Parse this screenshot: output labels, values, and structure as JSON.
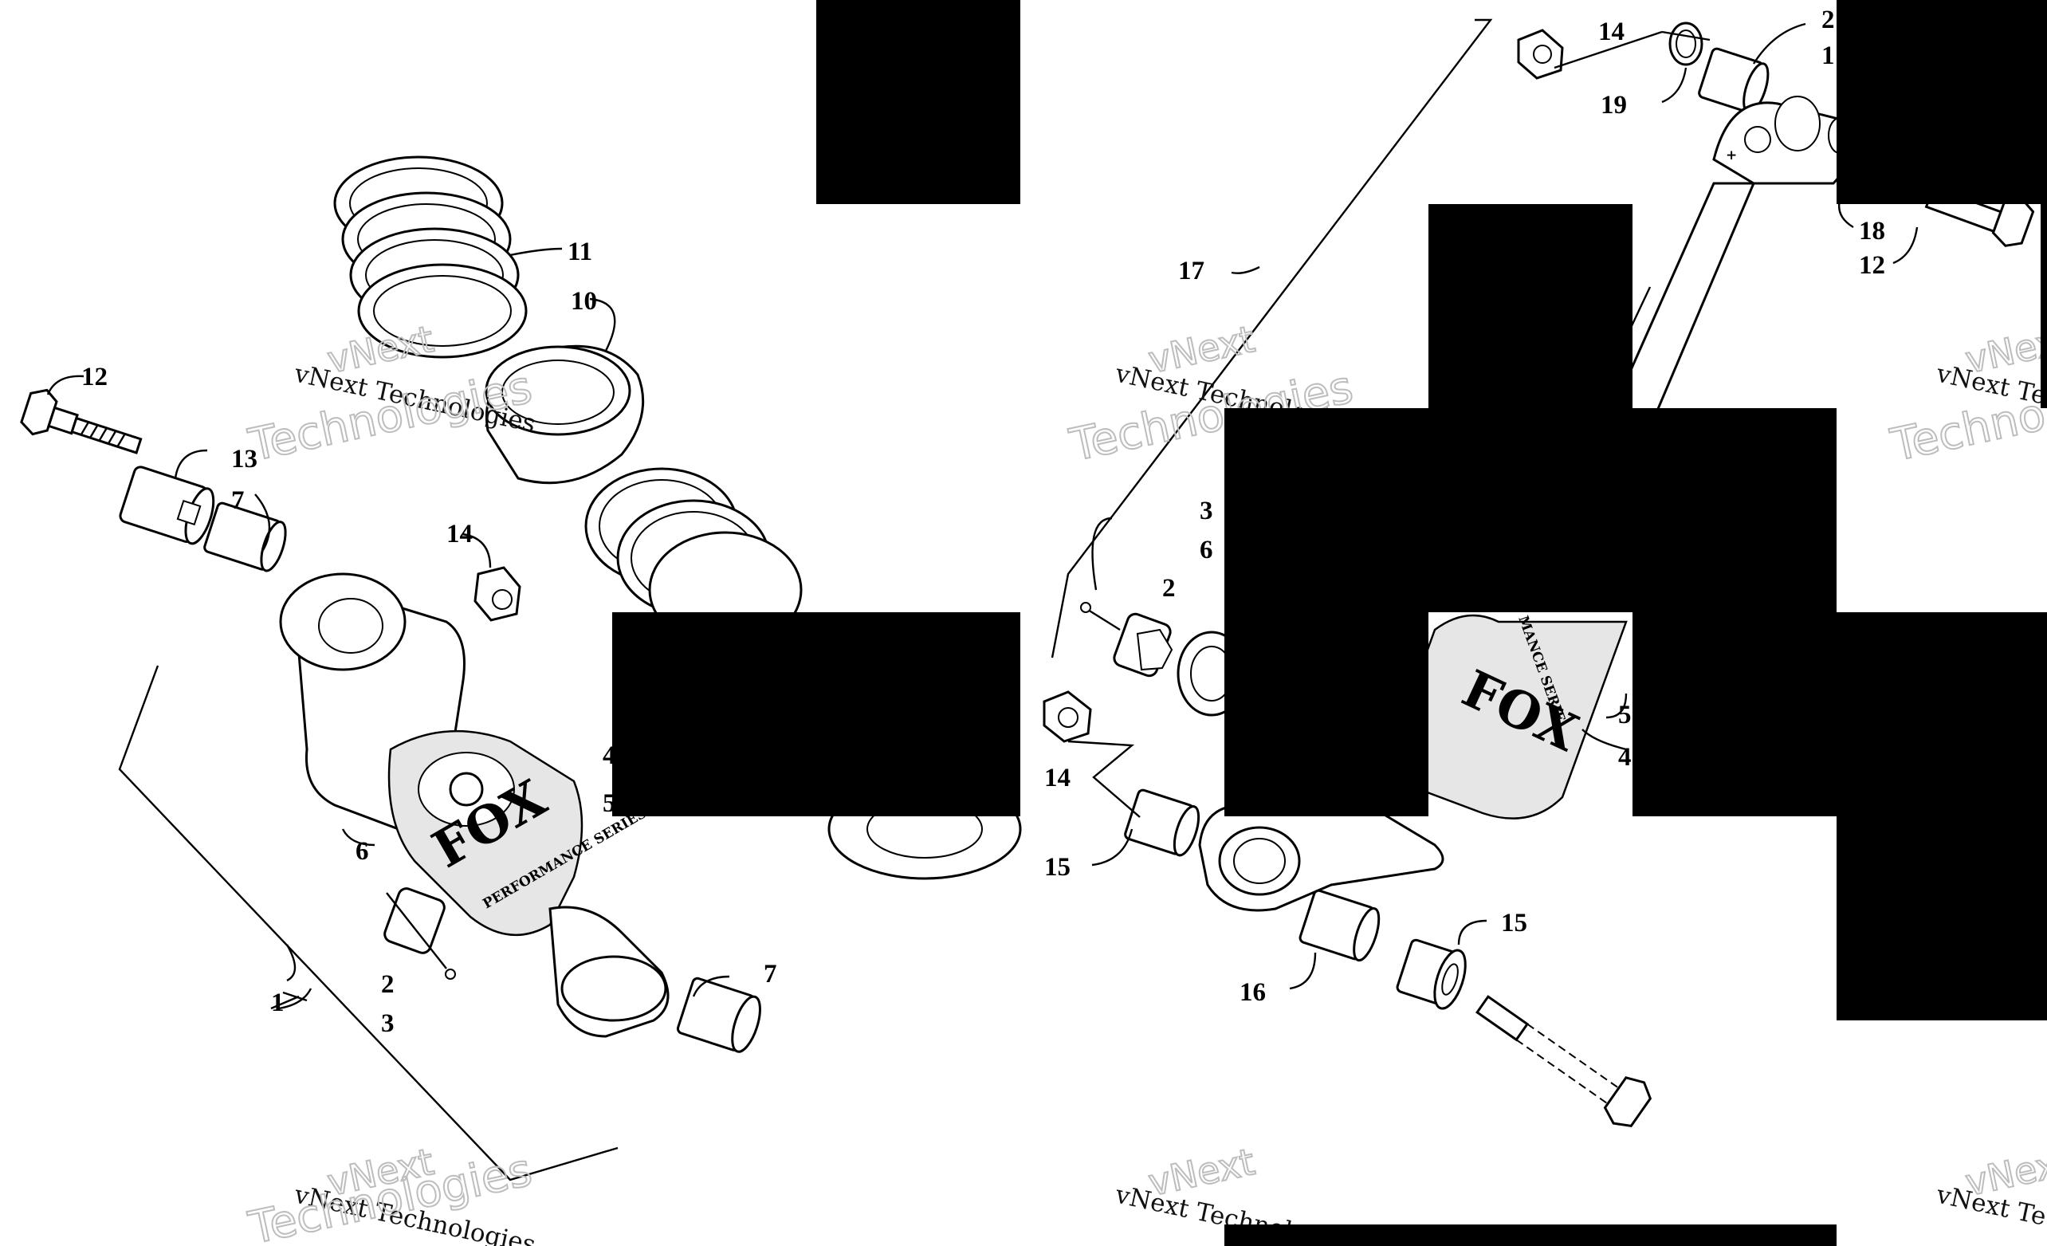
{
  "diagram": {
    "left_callouts": [
      {
        "id": "L1",
        "text": "1"
      },
      {
        "id": "L2",
        "text": "2"
      },
      {
        "id": "L3",
        "text": "3"
      },
      {
        "id": "L4",
        "text": "4"
      },
      {
        "id": "L5",
        "text": "5"
      },
      {
        "id": "L6",
        "text": "6"
      },
      {
        "id": "L7a",
        "text": "7"
      },
      {
        "id": "L7b",
        "text": "7"
      },
      {
        "id": "L10",
        "text": "10"
      },
      {
        "id": "L11",
        "text": "11"
      },
      {
        "id": "L12",
        "text": "12"
      },
      {
        "id": "L13",
        "text": "13"
      },
      {
        "id": "L14",
        "text": "14"
      }
    ],
    "right_callouts": [
      {
        "id": "R2",
        "text": "2"
      },
      {
        "id": "R2b",
        "text": "2"
      },
      {
        "id": "R1",
        "text": "1"
      },
      {
        "id": "R3",
        "text": "3"
      },
      {
        "id": "R4",
        "text": "4"
      },
      {
        "id": "R5",
        "text": "5"
      },
      {
        "id": "R6",
        "text": "6"
      },
      {
        "id": "R12",
        "text": "12"
      },
      {
        "id": "R14a",
        "text": "14"
      },
      {
        "id": "R14b",
        "text": "14"
      },
      {
        "id": "R15a",
        "text": "15"
      },
      {
        "id": "R15b",
        "text": "15"
      },
      {
        "id": "R16",
        "text": "16"
      },
      {
        "id": "R17",
        "text": "17"
      },
      {
        "id": "R18",
        "text": "18"
      },
      {
        "id": "R19",
        "text": "19"
      }
    ],
    "brand_mark": "FOX",
    "brand_subtitle": "PERFORMANCE SERIES",
    "brand_subtitle_right": "MANCE SERIE"
  },
  "watermark": {
    "line1": "vNext",
    "line2": "vNext Technologies",
    "line3": "Technologies",
    "line2_partial_a": "vNext Te",
    "line3_partial": "Techno"
  },
  "colors": {
    "ink": "#000000",
    "paper": "#ffffff",
    "watermark_outline": "#bdbdbd",
    "redaction": "#000000"
  }
}
